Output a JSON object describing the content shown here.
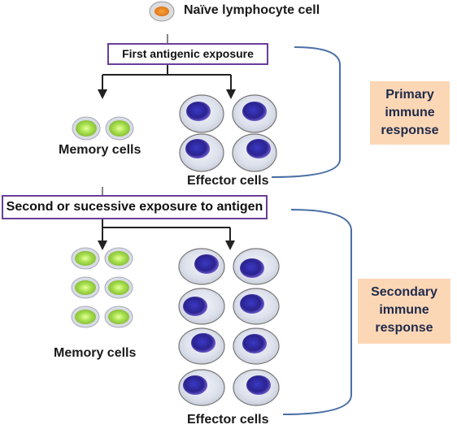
{
  "naive_cell_label": "Naïve lymphocyte cell",
  "first_exposure_label": "First antigenic exposure",
  "second_exposure_label": "Second or sucessive exposure to antigen",
  "primary": {
    "memory_label": "Memory cells",
    "effector_label": "Effector cells",
    "response_lines": [
      "Primary",
      "immune",
      "response"
    ]
  },
  "secondary": {
    "memory_label": "Memory cells",
    "effector_label": "Effector cells",
    "response_lines": [
      "Secondary",
      "immune",
      "response"
    ]
  },
  "colors": {
    "box_border": "#6a3d9a",
    "bracket": "#4a6fa5",
    "note_bg": "#fcd7b6",
    "memory_cell": "#8fd14f",
    "effector_nucleus": "#2e2aa8",
    "naive_cell": "#f08a24"
  }
}
